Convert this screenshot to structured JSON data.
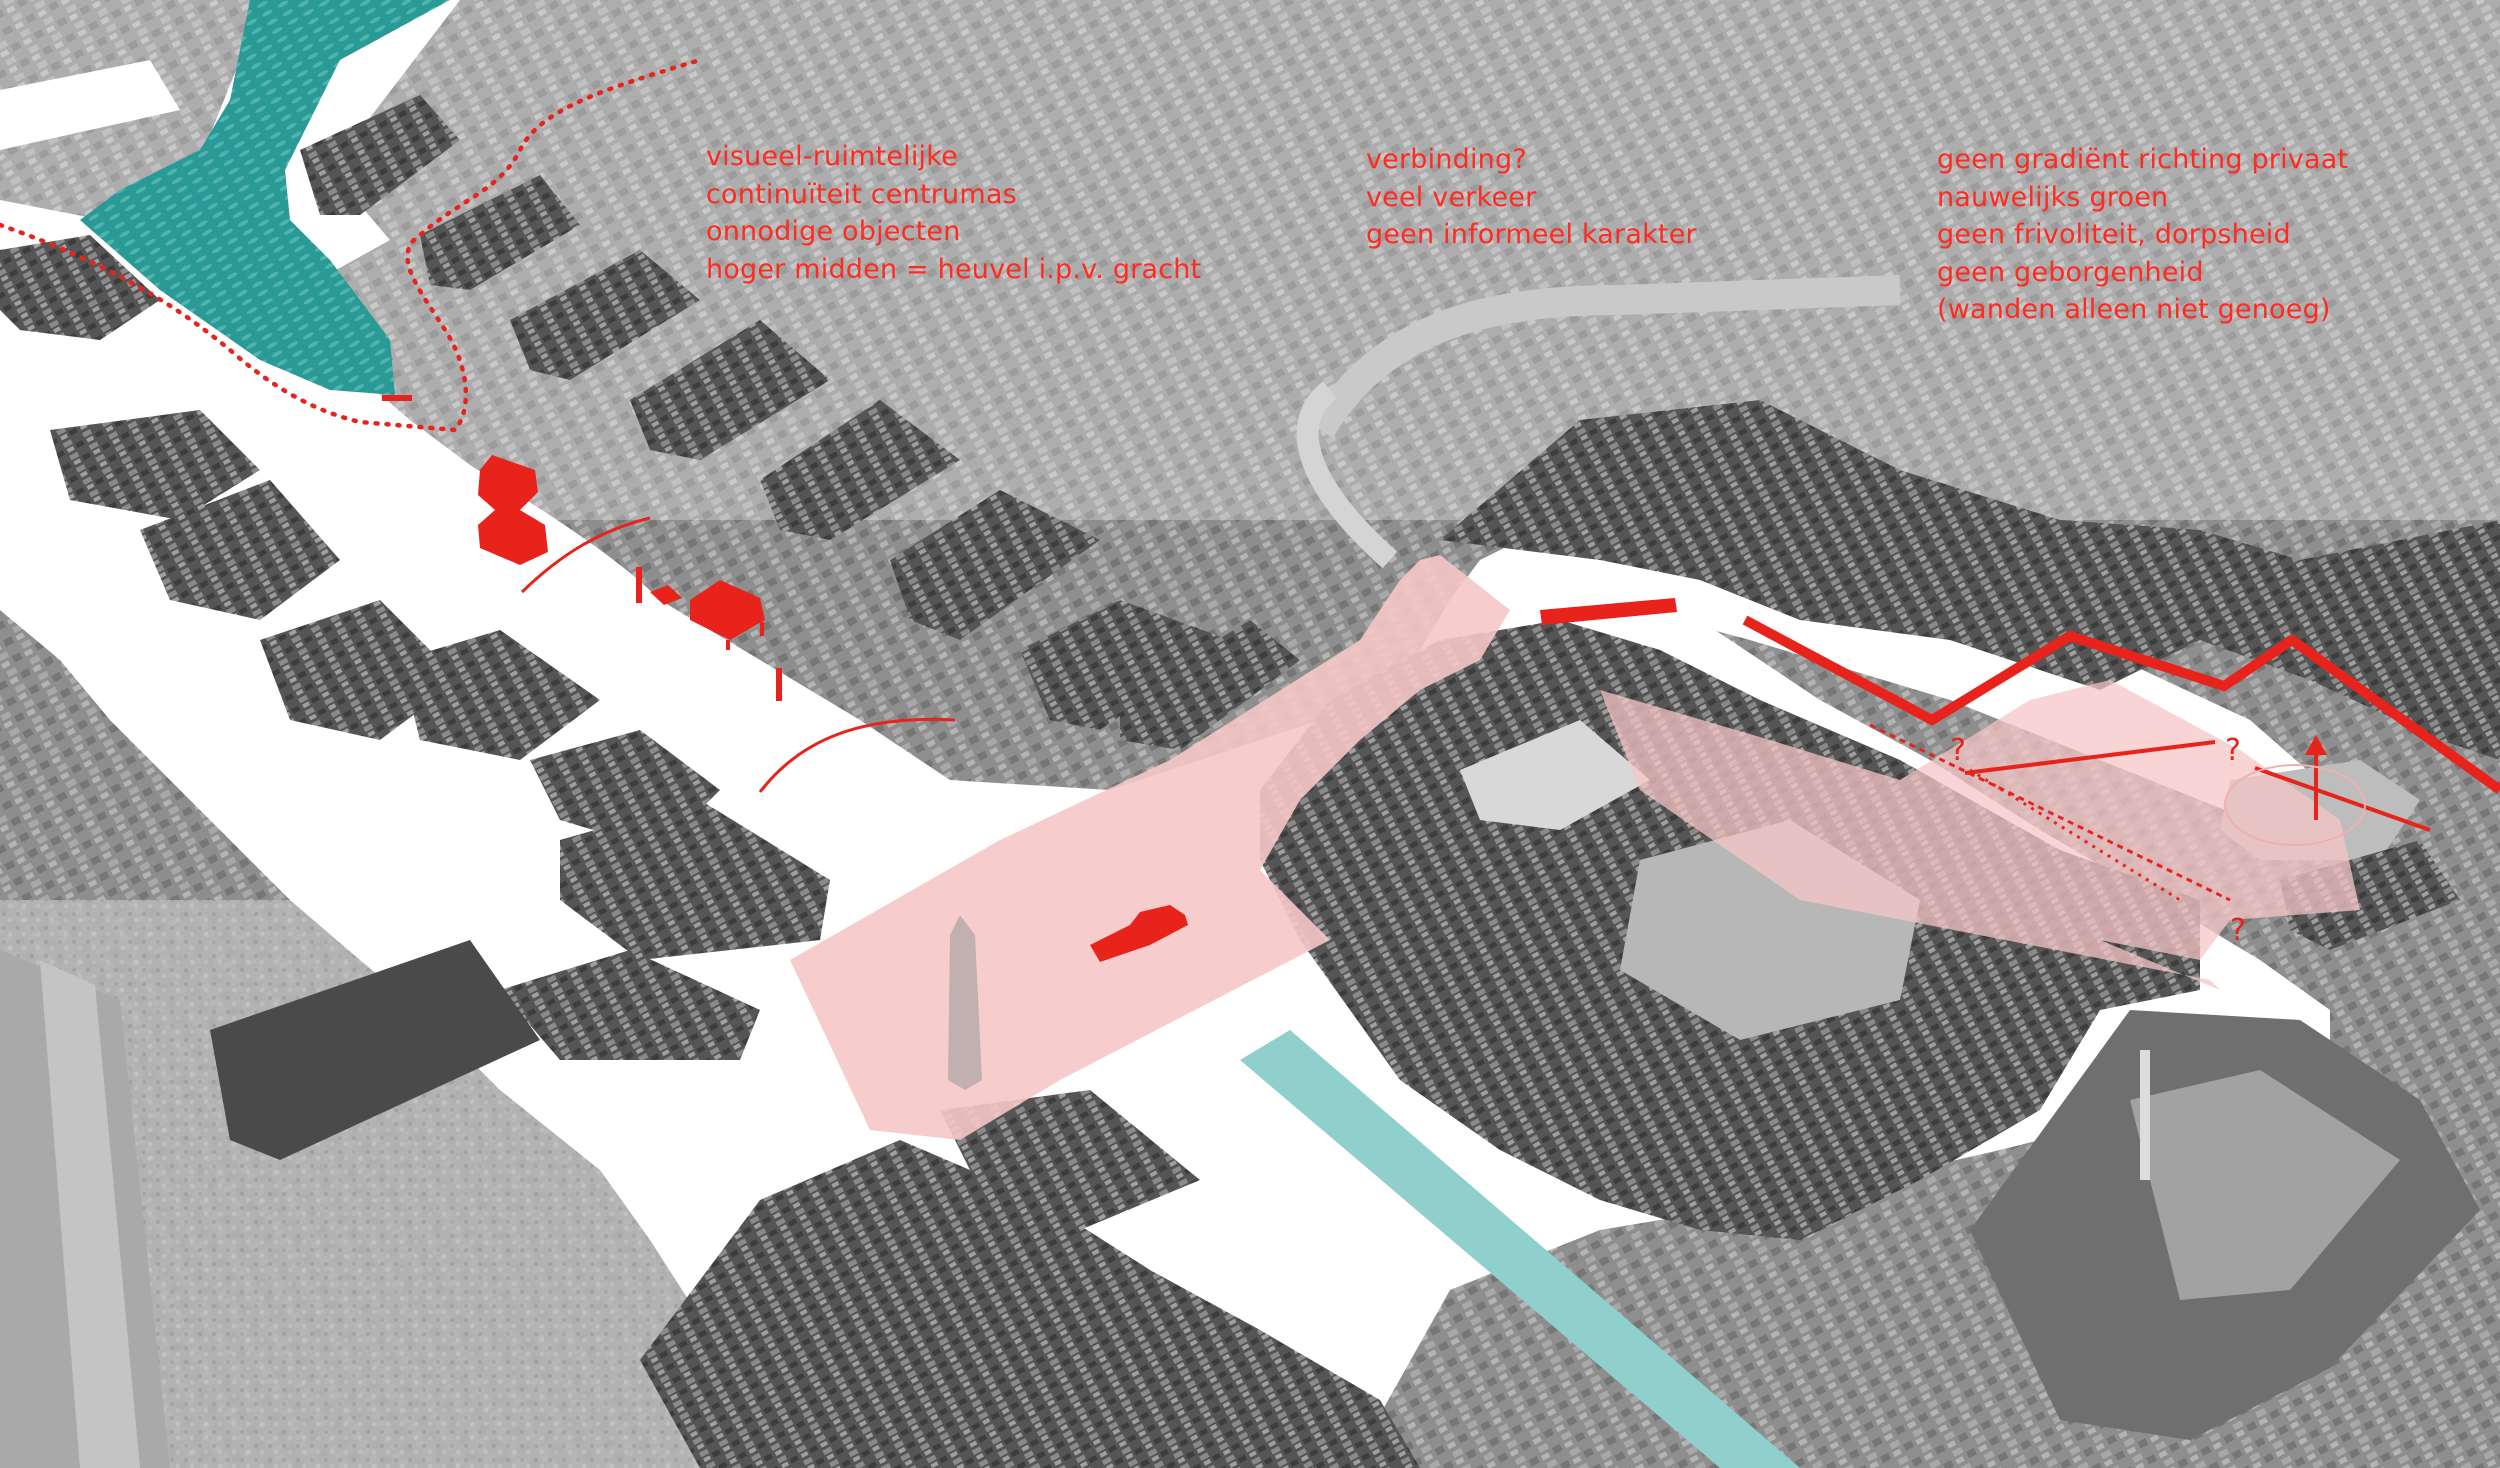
{
  "annotations": {
    "continuity": {
      "lines": [
        "visueel-ruimtelijke",
        "continuïteit centrumas",
        "onnodige objecten",
        "hoger midden = heuvel i.p.v. gracht"
      ]
    },
    "connection": {
      "lines": [
        "verbinding?",
        "veel verkeer",
        "geen informeel karakter"
      ]
    },
    "private_edge": {
      "lines": [
        "geen gradiënt richting  privaat",
        "nauwelijks groen",
        "geen frivoliteit, dorpsheid",
        "geen geborgenheid",
        "(wanden alleen niet genoeg)"
      ]
    }
  },
  "markers": {
    "question_mark": "?"
  },
  "colors": {
    "accent_red": "#e8231c",
    "square_pink": "#f6c6c6",
    "canal_teal": "#2a9a96",
    "water_strip": "#8fcfcc",
    "aerial_gray": "#9a9a9a"
  }
}
